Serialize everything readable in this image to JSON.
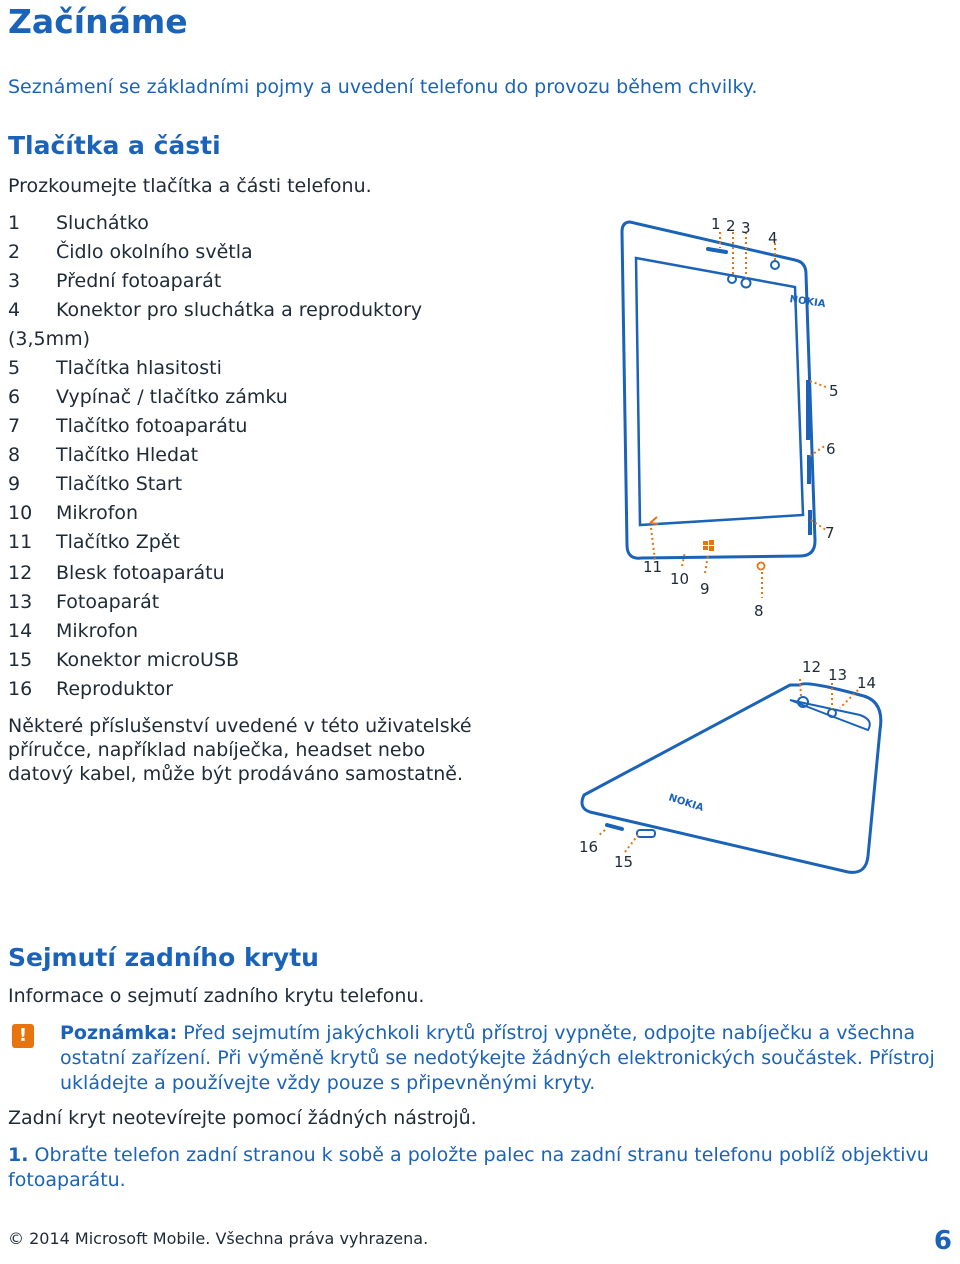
{
  "title": "Začínáme",
  "intro": "Seznámení se základními pojmy a uvedení telefonu do provozu během chvilky.",
  "section_parts": {
    "heading": "Tlačítka a části",
    "subtitle": "Prozkoumejte tlačítka a části telefonu.",
    "front_items": [
      {
        "num": "1",
        "label": "Sluchátko"
      },
      {
        "num": "2",
        "label": "Čidlo okolního světla"
      },
      {
        "num": "3",
        "label": "Přední fotoaparát"
      },
      {
        "num": "4",
        "label": "Konektor pro sluchátka a reproduktory (3,5mm)"
      },
      {
        "num": "5",
        "label": "Tlačítka hlasitosti"
      },
      {
        "num": "6",
        "label": "Vypínač / tlačítko zámku"
      },
      {
        "num": "7",
        "label": "Tlačítko fotoaparátu"
      },
      {
        "num": "8",
        "label": "Tlačítko Hledat"
      },
      {
        "num": "9",
        "label": "Tlačítko Start"
      },
      {
        "num": "10",
        "label": "Mikrofon"
      },
      {
        "num": "11",
        "label": "Tlačítko Zpět"
      }
    ],
    "back_items": [
      {
        "num": "12",
        "label": "Blesk fotoaparátu"
      },
      {
        "num": "13",
        "label": "Fotoaparát"
      },
      {
        "num": "14",
        "label": "Mikrofon"
      },
      {
        "num": "15",
        "label": "Konektor microUSB"
      },
      {
        "num": "16",
        "label": "Reproduktor"
      }
    ],
    "accessories_note": "Některé příslušenství uvedené v této uživatelské příručce, například nabíječka, headset nebo datový kabel, může být prodáváno samostatně."
  },
  "diagram": {
    "brand": "NOKIA",
    "callouts": [
      "1",
      "2",
      "3",
      "4",
      "5",
      "6",
      "7",
      "8",
      "9",
      "10",
      "11",
      "12",
      "13",
      "14",
      "15",
      "16"
    ],
    "accent_color": "#e8740f",
    "outline_color": "#1b63b8"
  },
  "section_cover": {
    "heading": "Sejmutí zadního krytu",
    "subtitle": "Informace o sejmutí zadního krytu telefonu.",
    "warning_icon": "!",
    "note_label": "Poznámka:",
    "note_text": " Před sejmutím jakýchkoli krytů přístroj vypněte, odpojte nabíječku a všechna ostatní zařízení. Při výměně krytů se nedotýkejte žádných elektronických součástek. Přístroj ukládejte a používejte vždy pouze s připevněnými kryty.",
    "paragraph": "Zadní kryt neotevírejte pomocí žádných nástrojů.",
    "steps": [
      {
        "num": "1.",
        "text": " Obraťte telefon zadní stranou k sobě a položte palec na zadní stranu telefonu poblíž objektivu fotoaparátu."
      }
    ]
  },
  "footer": {
    "copyright": "© 2014 Microsoft Mobile. Všechna práva vyhrazena.",
    "page_number": "6"
  }
}
